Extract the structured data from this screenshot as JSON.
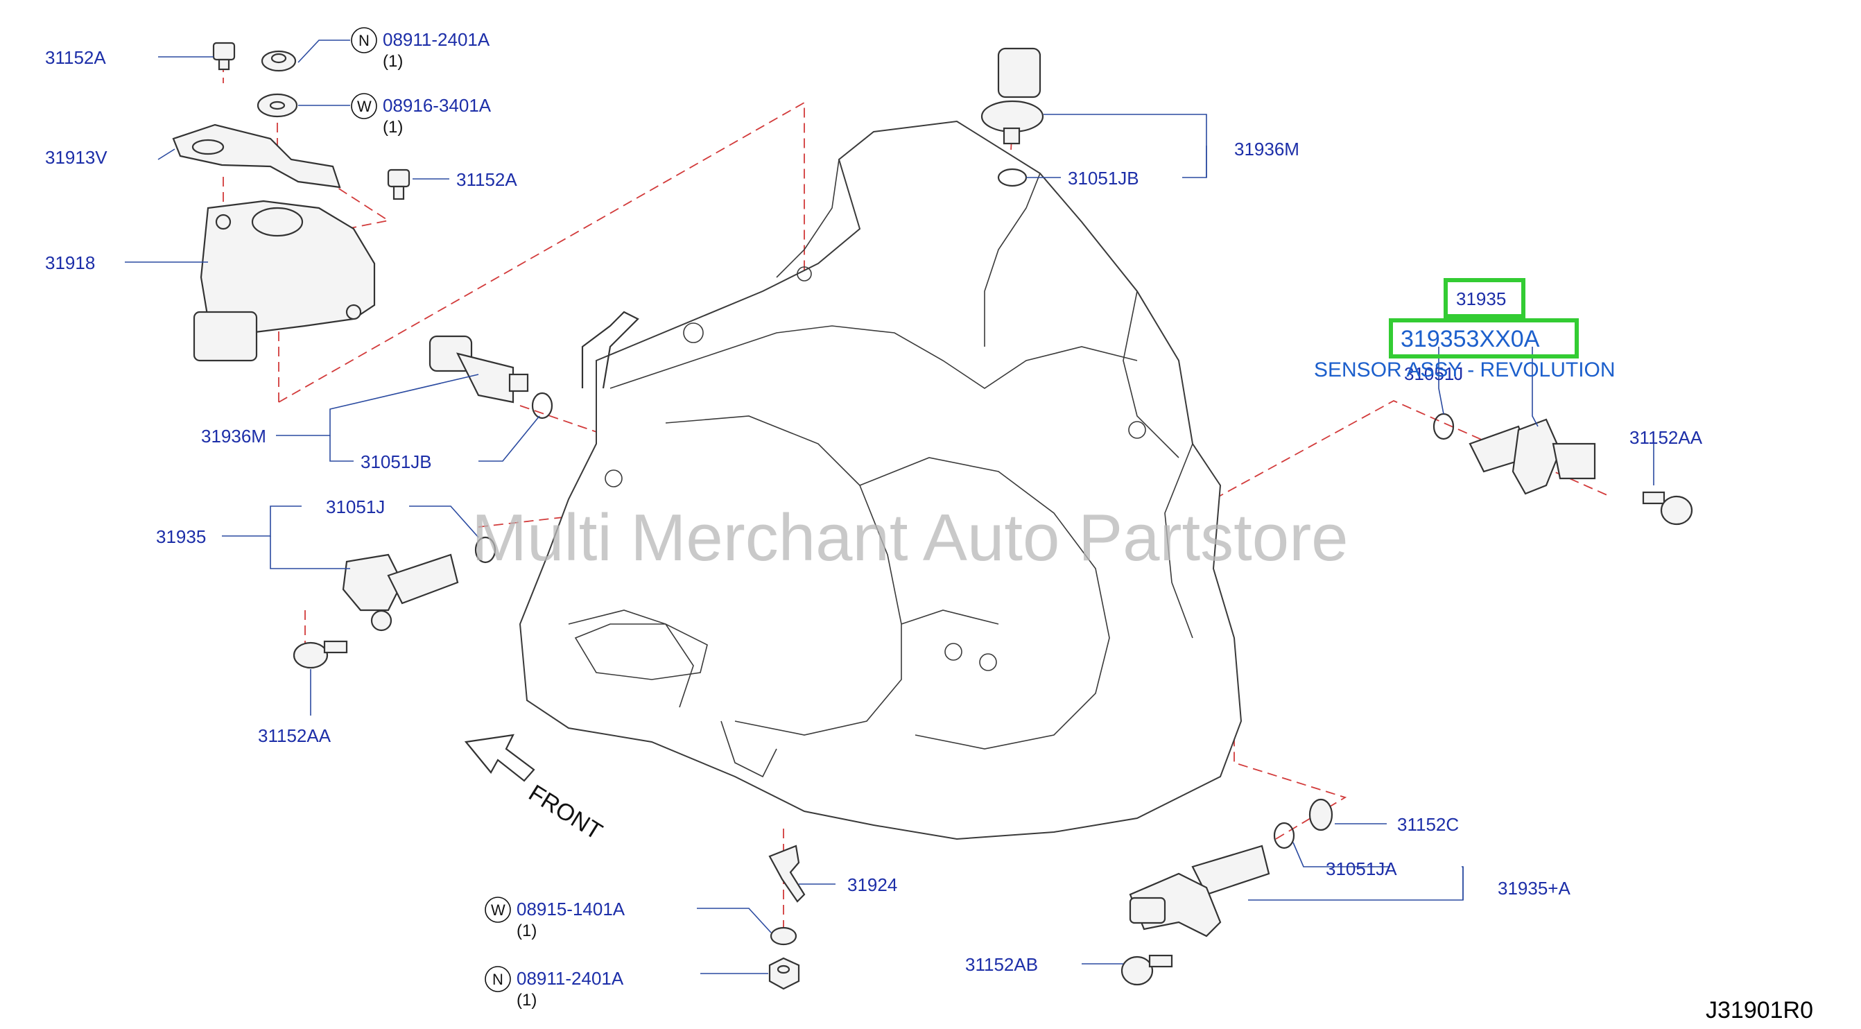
{
  "watermark": "Multi Merchant Auto Partstore",
  "footer_code": "J31901R0",
  "front_label": "FRONT",
  "highlight": {
    "part_number": "31935",
    "oem_number": "319353XX0A",
    "description": "SENSOR ASSY - REVOLUTION",
    "color": "#33cc33"
  },
  "parts": {
    "p31152A_top": "31152A",
    "p08911_top": "08911-2401A",
    "p08911_top_qty": "(1)",
    "p08911_top_letter": "N",
    "p08916": "08916-3401A",
    "p08916_qty": "(1)",
    "p08916_letter": "W",
    "p31913V": "31913V",
    "p31152A_mid": "31152A",
    "p31918": "31918",
    "p31936M_left": "31936M",
    "p31051JB_left": "31051JB",
    "p31051J_left": "31051J",
    "p31935_left": "31935",
    "p31152AA_left": "31152AA",
    "p31936M_top": "31936M",
    "p31051JB_top": "31051JB",
    "p31051J_right": "31051J",
    "p31152AA_right": "31152AA",
    "p31152C": "31152C",
    "p31051JA": "31051JA",
    "p31935A": "31935+A",
    "p31152AB": "31152AB",
    "p31924": "31924",
    "p08915": "08915-1401A",
    "p08915_qty": "(1)",
    "p08915_letter": "W",
    "p08911_bot": "08911-2401A",
    "p08911_bot_qty": "(1)",
    "p08911_bot_letter": "N"
  }
}
